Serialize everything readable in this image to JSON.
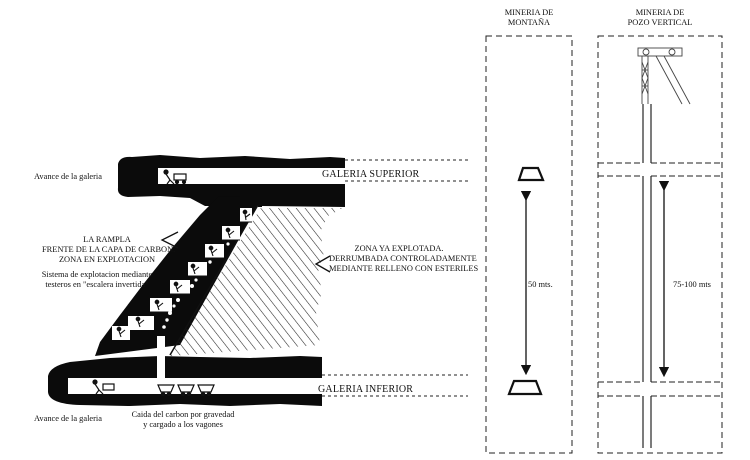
{
  "left_diagram": {
    "labels": {
      "advance_top": "Avance de la galeria",
      "upper_gallery": "GALERIA SUPERIOR",
      "ramp_lines": [
        "LA RAMPLA",
        "FRENTE DE LA CAPA DE CARBON.",
        "ZONA EN EXPLOTACION"
      ],
      "system_lines": [
        "Sistema de explotacion mediante",
        "testeros en \"escalera invertida\""
      ],
      "exploited_lines": [
        "ZONA YA EXPLOTADA.",
        "DERRUMBADA CONTROLADAMENTE",
        "MEDIANTE RELLENO CON ESTERILES"
      ],
      "lower_gallery": "GALERIA INFERIOR",
      "advance_bottom": "Avance de la galeria",
      "fall_lines": [
        "Caida del carbon por gravedad",
        "y cargado a los vagones"
      ]
    }
  },
  "mountain_mining": {
    "title_lines": [
      "MINERIA DE",
      "MONTAÑA"
    ],
    "height_label": "50 mts."
  },
  "shaft_mining": {
    "title_lines": [
      "MINERIA DE",
      "POZO VERTICAL"
    ],
    "height_label": "75-100 mts"
  }
}
